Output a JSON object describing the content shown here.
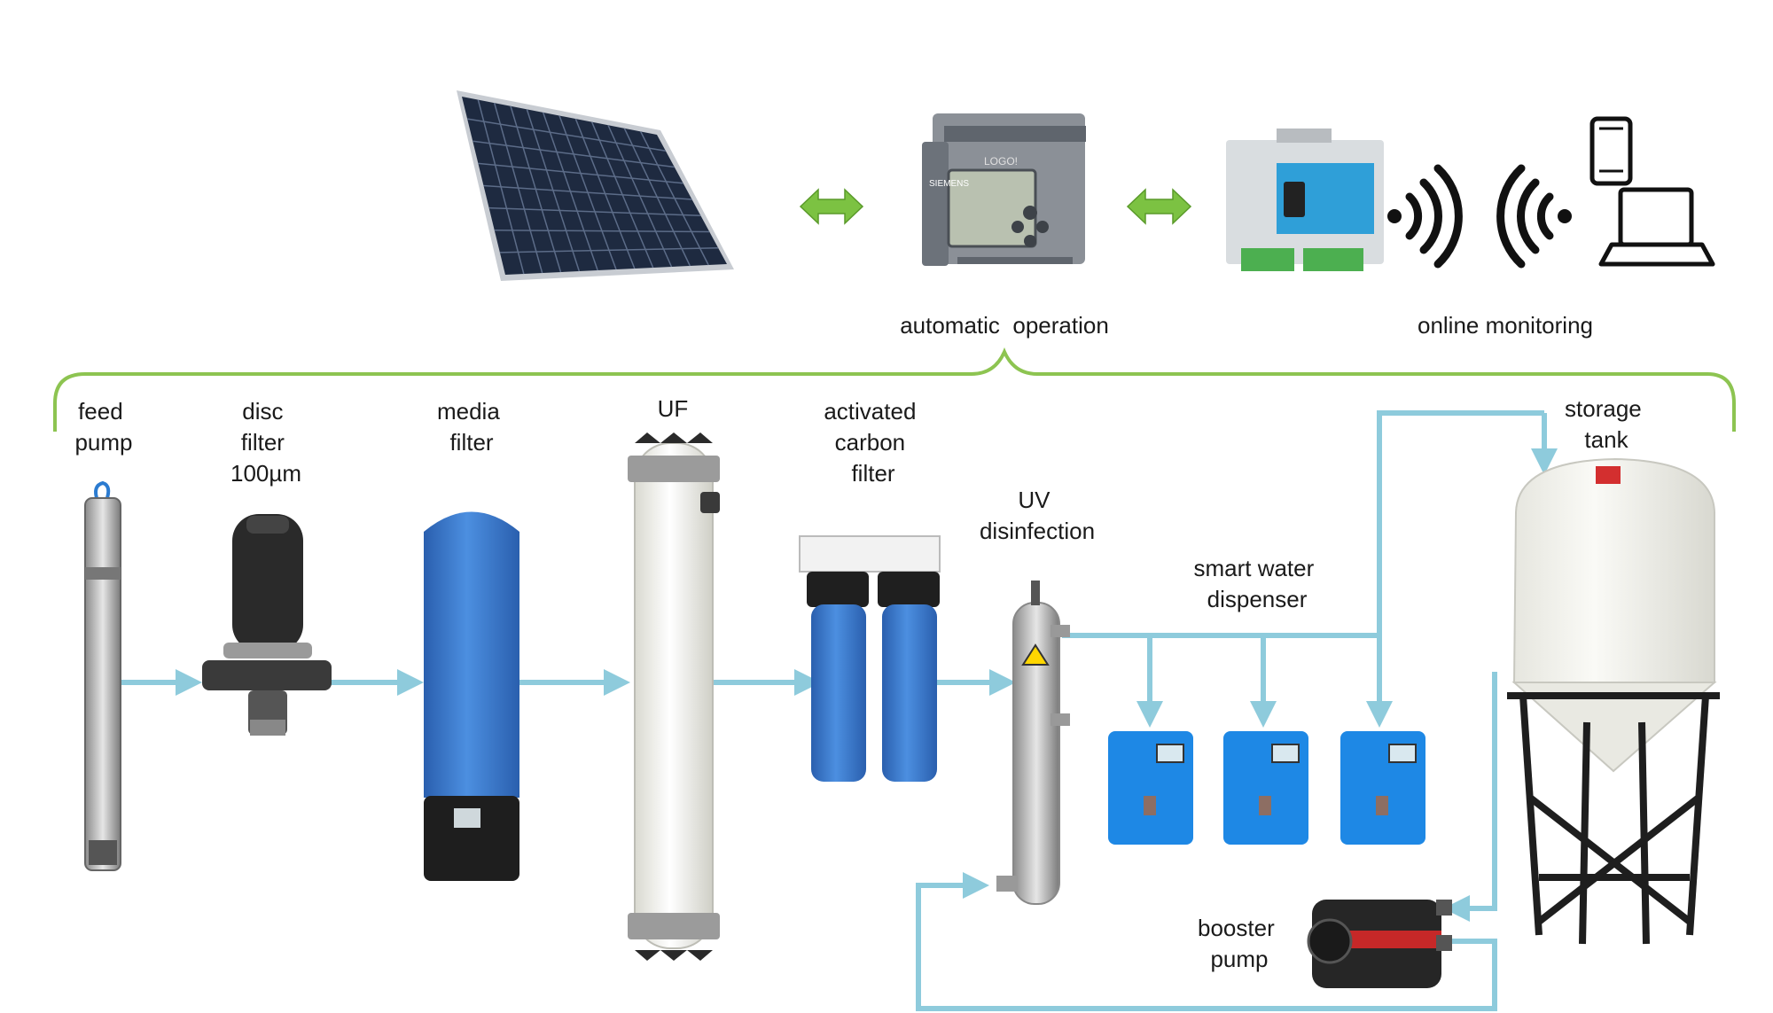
{
  "top": {
    "automatic_operation": "automatic  operation",
    "online_monitoring": "online monitoring"
  },
  "stages": {
    "feed_pump": [
      "feed",
      "pump"
    ],
    "disc_filter": [
      "disc",
      "filter",
      "100µm"
    ],
    "media_filter": [
      "media",
      "filter"
    ],
    "uf": [
      "UF"
    ],
    "carbon_filter": [
      "activated",
      "carbon",
      "filter"
    ],
    "uv": [
      "UV",
      "disinfection"
    ],
    "dispenser": [
      "smart water",
      "dispenser"
    ],
    "storage_tank": [
      "storage",
      "tank"
    ],
    "booster_pump": [
      "booster",
      "pump"
    ]
  },
  "device_text": {
    "plc_brand": "SIEMENS",
    "plc_model": "LOGO!"
  },
  "icons": {
    "solar": "solar-panel-icon",
    "plc": "plc-controller-icon",
    "gateway": "iot-gateway-icon",
    "wifi": "wireless-signal-icon",
    "phone": "smartphone-icon",
    "laptop": "laptop-icon"
  },
  "colors": {
    "flow": "#8ecbdc",
    "bracket": "#8dc451",
    "exchange": "#72b43a",
    "filter_blue": "#2d6fc4",
    "dispenser_blue": "#1e88e5"
  }
}
